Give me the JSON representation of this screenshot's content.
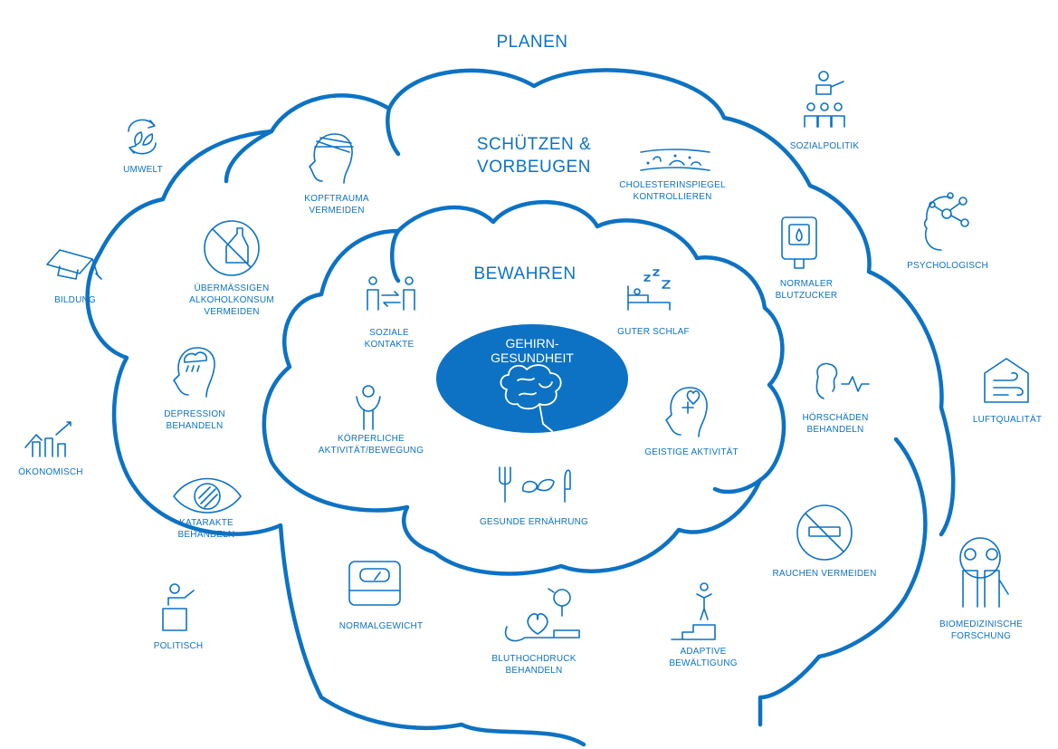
{
  "title": "PLANEN",
  "rings": {
    "outer": "SCHÜTZEN &",
    "outer_line2": "VORBEUGEN",
    "inner": "BEWAHREN",
    "center_line1": "GEHIRN-",
    "center_line2": "GESUNDHEIT"
  },
  "planen_items": {
    "sozialpolitik": "SOZIALPOLITIK",
    "psychologisch": "PSYCHOLOGISCH",
    "luftqualitaet": "LUFTQUALITÄT",
    "biomed_1": "BIOMEDIZINISCHE",
    "biomed_2": "FORSCHUNG",
    "umwelt": "UMWELT",
    "bildung": "BILDUNG",
    "oekonomisch": "ÖKONOMISCH",
    "politisch": "POLITISCH"
  },
  "schuetzen_items": {
    "kopftrauma_1": "KOPFTRAUMA",
    "kopftrauma_2": "VERMEIDEN",
    "alkohol_1": "ÜBERMÄSSIGEN",
    "alkohol_2": "ALKOHOLKONSUM",
    "alkohol_3": "VERMEIDEN",
    "depression_1": "DEPRESSION",
    "depression_2": "BEHANDELN",
    "katarakte_1": "KATARAKTE",
    "katarakte_2": "BEHANDELN",
    "normalgewicht": "NORMALGEWICHT",
    "bluthochdruck_1": "BLUTHOCHDRUCK",
    "bluthochdruck_2": "BEHANDELN",
    "adaptive_1": "ADAPTIVE",
    "adaptive_2": "BEWÄLTIGUNG",
    "rauchen": "RAUCHEN VERMEIDEN",
    "hoer_1": "HÖRSCHÄDEN",
    "hoer_2": "BEHANDELN",
    "zucker_1": "NORMALER",
    "zucker_2": "BLUTZUCKER",
    "chol_1": "CHOLESTERINSPIEGEL",
    "chol_2": "KONTROLLIEREN"
  },
  "bewahren_items": {
    "soziale_1": "SOZIALE",
    "soziale_2": "KONTAKTE",
    "schlaf": "GUTER SCHLAF",
    "koerper_1": "KÖRPERLICHE",
    "koerper_2": "AKTIVITÄT/BEWEGUNG",
    "geistig": "GEISTIGE AKTIVITÄT",
    "ernaehrung": "GESUNDE ERNÄHRUNG"
  },
  "colors": {
    "accent": "#0d72c3",
    "background": "#ffffff",
    "center_fill": "#0d72c3"
  }
}
